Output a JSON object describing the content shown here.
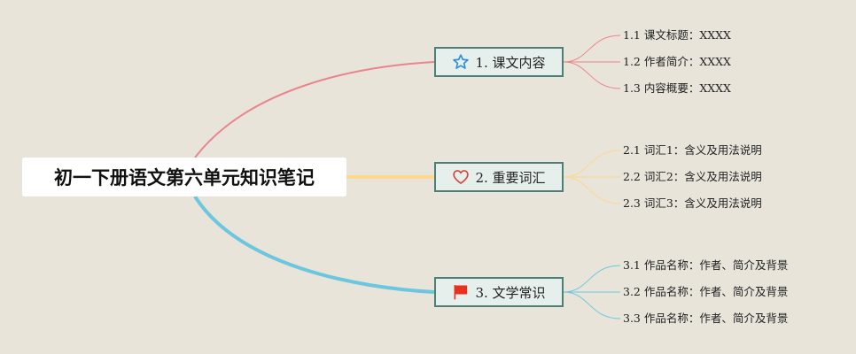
{
  "root": {
    "title": "初一下册语文第六单元知识笔记"
  },
  "colors": {
    "background": "#e8e4da",
    "branch1_line": "#e9858c",
    "branch2_line": "#fcd98b",
    "branch3_line": "#6cc7de",
    "branch_border": "#4e7f74",
    "branch_fill": "#e6efeb",
    "star_icon": "#2f8fd6",
    "heart_icon": "#d9443a",
    "flag_icon": "#e8321f"
  },
  "branches": [
    {
      "label": "1. 课文内容",
      "icon": "star-icon",
      "leaves": [
        "1.1 课文标题：XXXX",
        "1.2 作者简介：XXXX",
        "1.3 内容概要：XXXX"
      ]
    },
    {
      "label": "2. 重要词汇",
      "icon": "heart-icon",
      "leaves": [
        "2.1 词汇1：含义及用法说明",
        "2.2 词汇2：含义及用法说明",
        "2.3 词汇3：含义及用法说明"
      ]
    },
    {
      "label": "3. 文学常识",
      "icon": "flag-icon",
      "leaves": [
        "3.1 作品名称：作者、简介及背景",
        "3.2 作品名称：作者、简介及背景",
        "3.3 作品名称：作者、简介及背景"
      ]
    }
  ]
}
